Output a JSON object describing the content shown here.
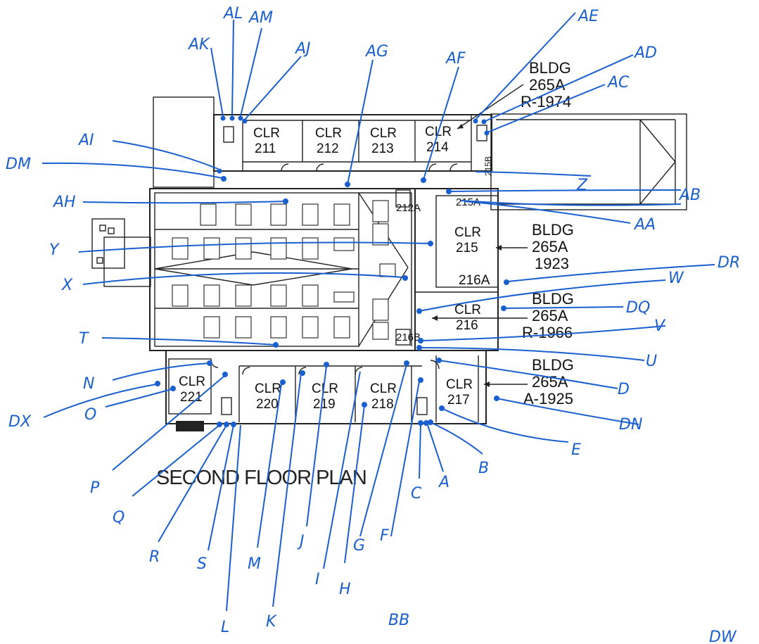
{
  "title": "SECOND FLOOR PLAN",
  "rooms": {
    "r211": [
      "CLR",
      "211"
    ],
    "r212": [
      "CLR",
      "212"
    ],
    "r213": [
      "CLR",
      "213"
    ],
    "r214": [
      "CLR",
      "214"
    ],
    "r215": [
      "CLR",
      "215"
    ],
    "r216": [
      "CLR",
      "216"
    ],
    "r217": [
      "CLR",
      "217"
    ],
    "r218": [
      "CLR",
      "218"
    ],
    "r219": [
      "CLR",
      "219"
    ],
    "r220": [
      "CLR",
      "220"
    ],
    "r221": [
      "CLR",
      "221"
    ],
    "r215A": "215A",
    "r215B": "215B",
    "r216A": "216A",
    "r212A": "212A",
    "r216B": "216B"
  },
  "buildings": {
    "b1": [
      "BLDG",
      "265A",
      "R-1974"
    ],
    "b2": [
      "BLDG",
      "265A",
      "1923"
    ],
    "b3": [
      "BLDG",
      "265A",
      "R-1966"
    ],
    "b4": [
      "BLDG",
      "265A",
      "A-1925"
    ]
  },
  "markers": {
    "AE": "AE",
    "AD": "AD",
    "AC": "AC",
    "AF": "AF",
    "AG": "AG",
    "AJ": "AJ",
    "AK": "AK",
    "AL": "AL",
    "AM": "AM",
    "AI": "AI",
    "DM": "DM",
    "AH": "AH",
    "Y": "Y",
    "X": "X",
    "T": "T",
    "N": "N",
    "DX": "DX",
    "O": "O",
    "Z": "Z",
    "AB": "AB",
    "AA": "AA",
    "DR": "DR",
    "W": "W",
    "DQ": "DQ",
    "V": "V",
    "U": "U",
    "D": "D",
    "DN": "DN",
    "E": "E",
    "P": "P",
    "Q": "Q",
    "R": "R",
    "S": "S",
    "M": "M",
    "K": "K",
    "L": "L",
    "J": "J",
    "I": "I",
    "H": "H",
    "G": "G",
    "F": "F",
    "C": "C",
    "A": "A",
    "B": "B",
    "BB": "BB",
    "DW": "DW"
  }
}
